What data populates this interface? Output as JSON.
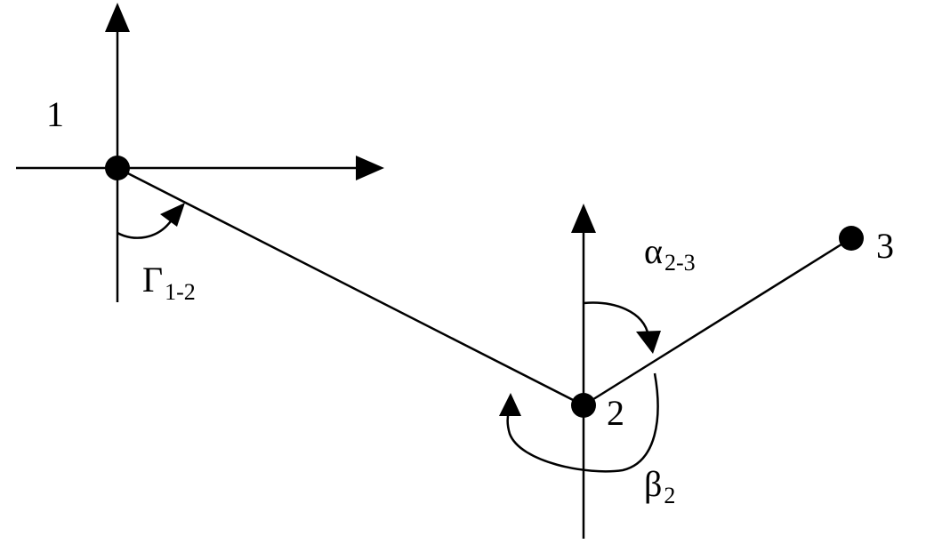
{
  "diagram": {
    "points": [
      {
        "id": "1",
        "label": "1"
      },
      {
        "id": "2",
        "label": "2"
      },
      {
        "id": "3",
        "label": "3"
      }
    ],
    "angles": {
      "gamma": {
        "symbol": "Γ",
        "subscript": "1-2"
      },
      "alpha": {
        "symbol": "α",
        "subscript": "2-3"
      },
      "beta": {
        "symbol": "β",
        "subscript": "2"
      }
    },
    "colors": {
      "ink": "#000000",
      "background": "#ffffff"
    }
  }
}
